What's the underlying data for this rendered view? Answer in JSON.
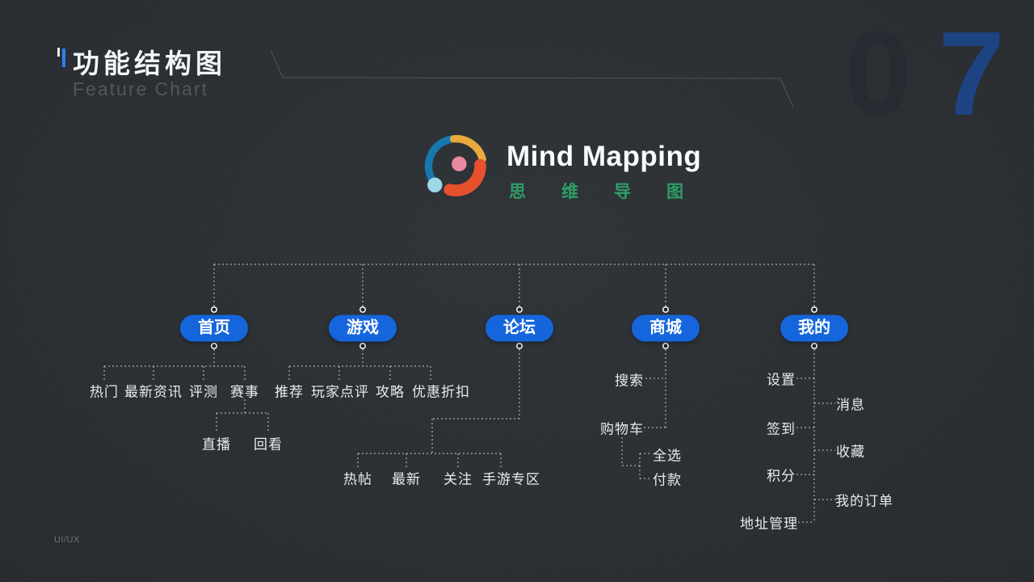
{
  "slide": {
    "footer": "UI/UX",
    "page_number": {
      "zero": "0",
      "seven": "7"
    }
  },
  "header": {
    "title": "功能结构图",
    "subtitle": "Feature Chart"
  },
  "logo": {
    "icon": "mind-mapping-ring-logo",
    "title": "Mind Mapping",
    "subtitle": "思维导图"
  },
  "colors": {
    "background": "#22262b",
    "node_blue": "#1566dc",
    "green_subtitle": "#2f9e66",
    "page_number_blue": "#1e4383",
    "page_number_gray": "#262b32",
    "accent_tick_blue": "#2d7ef5",
    "logo_blue": "#1878ae",
    "logo_yellow": "#e9a93c",
    "logo_red": "#e7512e",
    "logo_pink": "#e98ba0",
    "logo_lightblue": "#9fd7e7"
  },
  "mindmap": {
    "branches": [
      {
        "label": "首页",
        "children": [
          {
            "label": "热门"
          },
          {
            "label": "最新资讯"
          },
          {
            "label": "评测"
          },
          {
            "label": "赛事",
            "children": [
              {
                "label": "直播"
              },
              {
                "label": "回看"
              }
            ]
          }
        ]
      },
      {
        "label": "游戏",
        "children": [
          {
            "label": "推荐"
          },
          {
            "label": "玩家点评"
          },
          {
            "label": "攻略"
          },
          {
            "label": "优惠折扣"
          }
        ]
      },
      {
        "label": "论坛",
        "children": [
          {
            "label": "热帖"
          },
          {
            "label": "最新"
          },
          {
            "label": "关注"
          },
          {
            "label": "手游专区"
          }
        ]
      },
      {
        "label": "商城",
        "children": [
          {
            "label": "搜索"
          },
          {
            "label": "购物车",
            "children": [
              {
                "label": "全选"
              },
              {
                "label": "付款"
              }
            ]
          }
        ]
      },
      {
        "label": "我的",
        "children": [
          {
            "label": "设置"
          },
          {
            "label": "消息"
          },
          {
            "label": "签到"
          },
          {
            "label": "收藏"
          },
          {
            "label": "积分"
          },
          {
            "label": "我的订单"
          },
          {
            "label": "地址管理"
          }
        ]
      }
    ]
  }
}
